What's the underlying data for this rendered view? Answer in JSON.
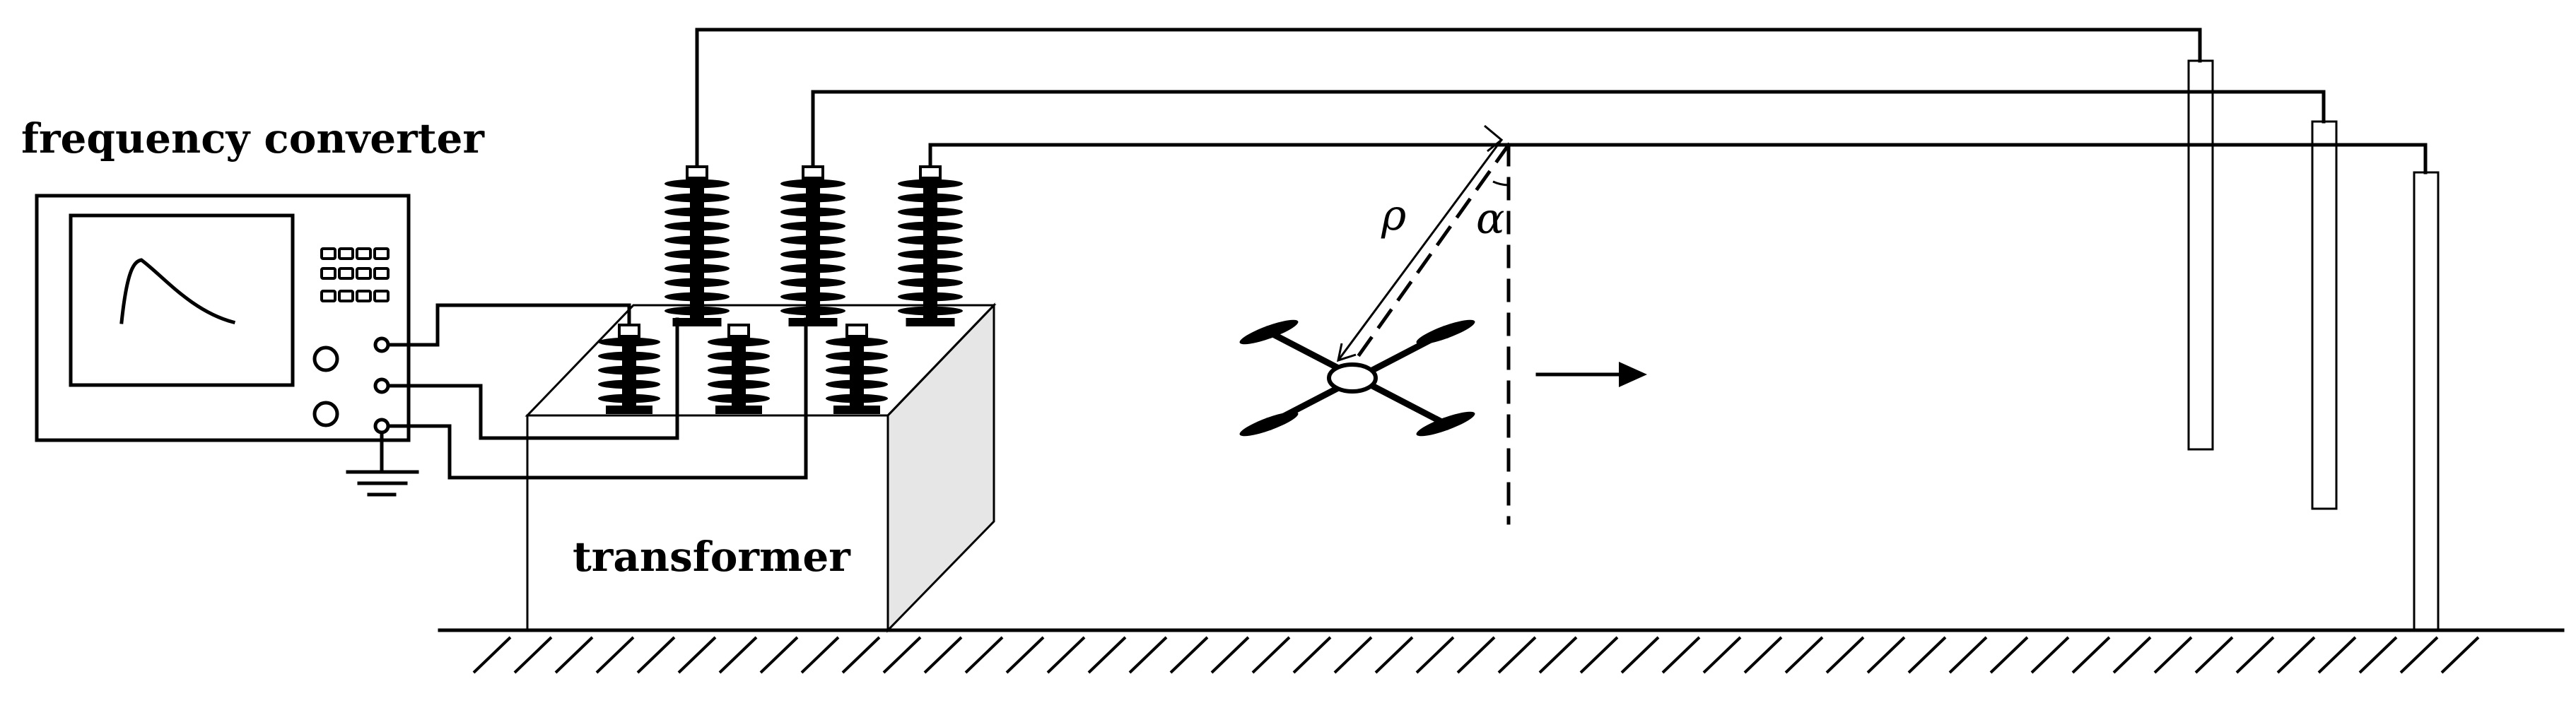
{
  "labels": {
    "frequency_converter": "frequency converter",
    "transformer": "transformer",
    "rho": "ρ",
    "alpha": "α"
  },
  "colors": {
    "line": "#000000",
    "background": "#ffffff",
    "transformer_side": "#e6e6e6"
  },
  "icons": {
    "ground": "ground-symbol-icon",
    "drone": "quadcopter-drone-icon",
    "arrow": "motion-arrow-icon"
  }
}
